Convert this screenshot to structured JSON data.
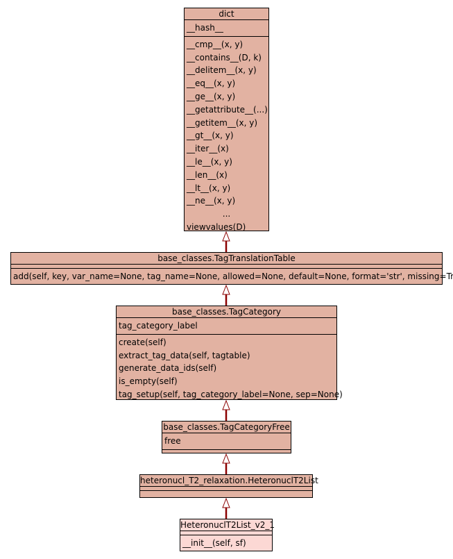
{
  "diagram": {
    "line_color": "#8b0000",
    "class_fill": "#e2b2a2",
    "leaf_fill": "#fcd8d4",
    "classes": [
      {
        "name": "dict",
        "attributes": [
          "__hash__"
        ],
        "methods": [
          "__cmp__(x, y)",
          "__contains__(D, k)",
          "__delitem__(x, y)",
          "__eq__(x, y)",
          "__ge__(x, y)",
          "__getattribute__(...)",
          "__getitem__(x, y)",
          "__gt__(x, y)",
          "__iter__(x)",
          "__le__(x, y)",
          "__len__(x)",
          "__lt__(x, y)",
          "__ne__(x, y)",
          "...",
          "viewvalues(D)"
        ]
      },
      {
        "name": "base_classes.TagTranslationTable",
        "attributes": [],
        "methods": [
          "add(self, key, var_name=None, tag_name=None, allowed=None, default=None, format='str', missing=True)"
        ]
      },
      {
        "name": "base_classes.TagCategory",
        "attributes": [
          "tag_category_label"
        ],
        "methods": [
          "create(self)",
          "extract_tag_data(self, tagtable)",
          "generate_data_ids(self)",
          "is_empty(self)",
          "tag_setup(self, tag_category_label=None, sep=None)"
        ]
      },
      {
        "name": "base_classes.TagCategoryFree",
        "attributes": [
          "free"
        ],
        "methods": []
      },
      {
        "name": "heteronucl_T2_relaxation.HeteronuclT2List",
        "attributes": [],
        "methods": []
      },
      {
        "name": "HeteronuclT2List_v2_1",
        "attributes": [],
        "methods": [
          "__init__(self, sf)"
        ]
      }
    ]
  }
}
